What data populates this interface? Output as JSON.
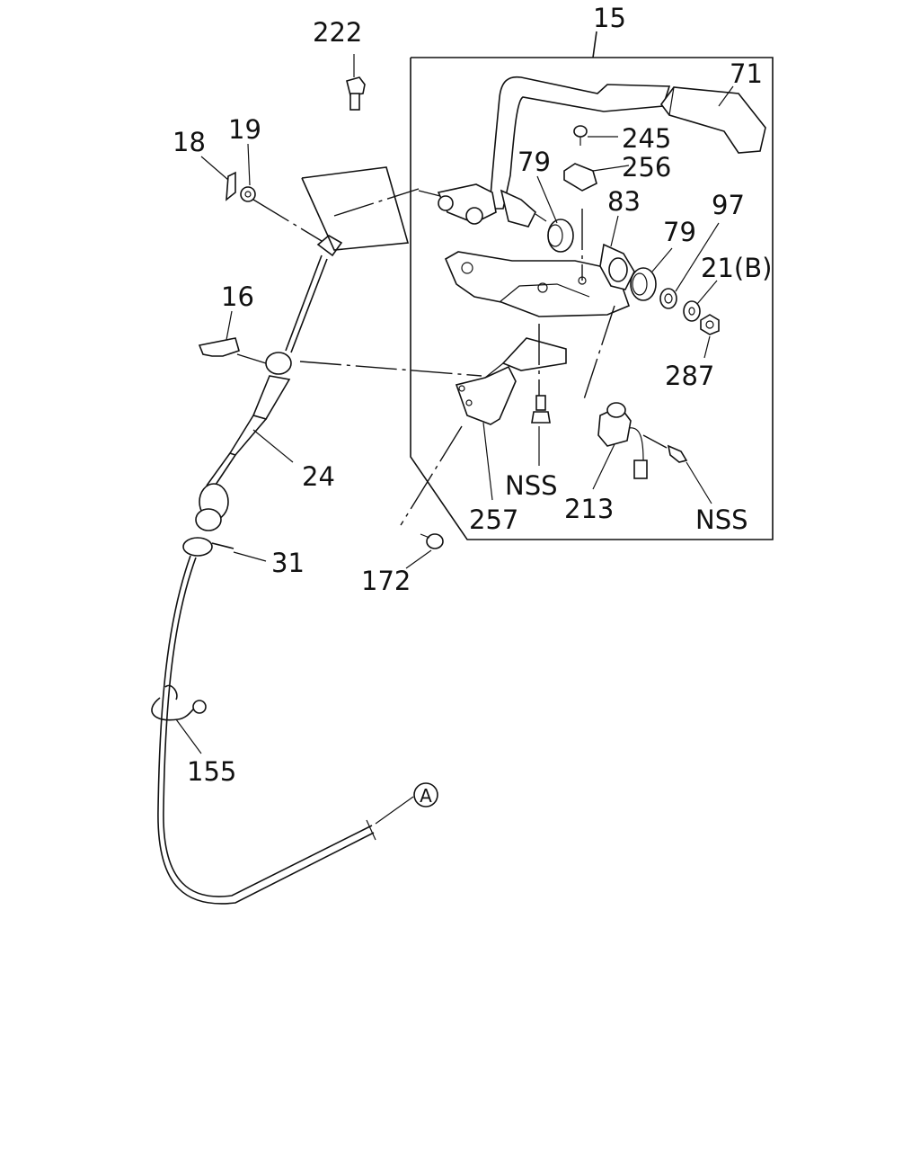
{
  "diagram": {
    "callouts": {
      "c15": "15",
      "c71": "71",
      "c222": "222",
      "c245": "245",
      "c256": "256",
      "c79a": "79",
      "c83": "83",
      "c97": "97",
      "c79b": "79",
      "c21b": "21(B)",
      "c18": "18",
      "c19": "19",
      "c16": "16",
      "c287": "287",
      "c24": "24",
      "c257": "257",
      "c213": "213",
      "c31": "31",
      "c172": "172",
      "c155": "155",
      "cA": "A",
      "nss1": "NSS",
      "nss2": "NSS"
    }
  }
}
